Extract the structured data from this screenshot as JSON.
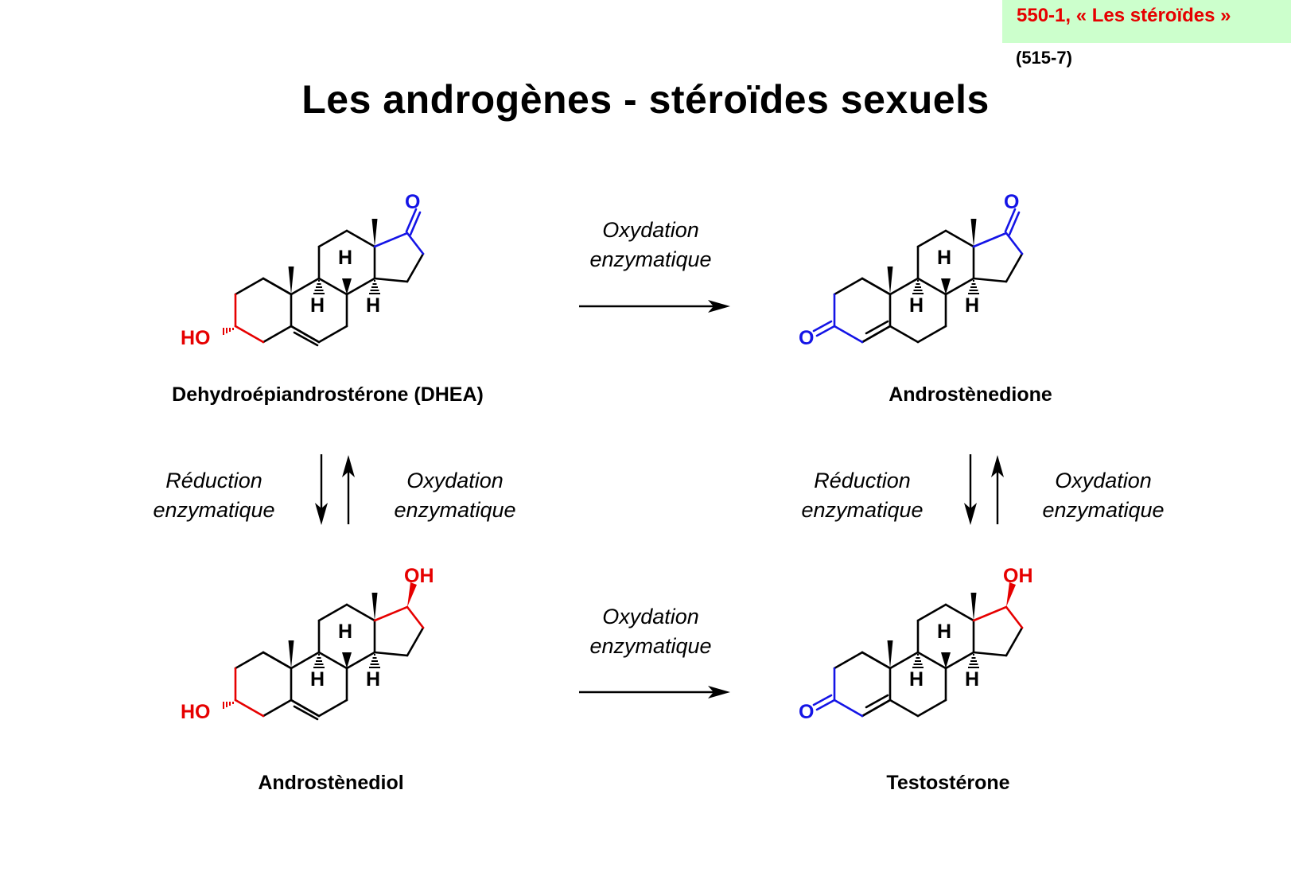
{
  "header": {
    "course_tag": "550-1, « Les stéroïdes »",
    "course_ref": "(515-7)",
    "title": "Les androgènes - stéroïdes sexuels"
  },
  "molecules": [
    {
      "name": "Dehydroépiandrostérone (DHEA)"
    },
    {
      "name": "Androstènedione"
    },
    {
      "name": "Androstènediol"
    },
    {
      "name": "Testostérone"
    }
  ],
  "atom_labels": {
    "oxygen": "O",
    "hydroxyl_right": "OH",
    "hydroxyl_left": "HO",
    "hydrogen": "H"
  },
  "transformations": {
    "top": [
      "Oxydation",
      "enzymatique"
    ],
    "bottom": [
      "Oxydation",
      "enzymatique"
    ],
    "left_reduction": [
      "Réduction",
      "enzymatique"
    ],
    "left_oxidation": [
      "Oxydation",
      "enzymatique"
    ],
    "right_reduction": [
      "Réduction",
      "enzymatique"
    ],
    "right_oxidation": [
      "Oxydation",
      "enzymatique"
    ]
  },
  "colors": {
    "tag_background": "#ccffcc",
    "tag_text": "#e60000",
    "hydroxyl": "#e60000",
    "ketone": "#1414e6",
    "bond": "#000000"
  }
}
